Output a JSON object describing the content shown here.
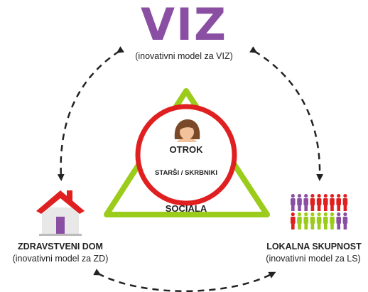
{
  "colors": {
    "viz": "#8a4fa3",
    "triangle": "#9ccc1b",
    "circle": "#e02020",
    "house_roof": "#e02020",
    "house_door": "#8a4fa3",
    "arrow": "#222222"
  },
  "top": {
    "title": "VIZ",
    "subtitle": "(inovativni model za VIZ)"
  },
  "center": {
    "child_label": "OTROK",
    "parents_label": "STARŠI / SKRBNIKI",
    "triangle_label": "SOCIALA",
    "child_icon": "child-face-icon"
  },
  "left": {
    "title": "ZDRAVSTVENI DOM",
    "subtitle": "(inovativni model za ZD)",
    "icon": "house-icon"
  },
  "right": {
    "title": "LOKALNA SKUPNOST",
    "subtitle": "(inovativni model za LS)",
    "icon": "people-group-icon"
  }
}
